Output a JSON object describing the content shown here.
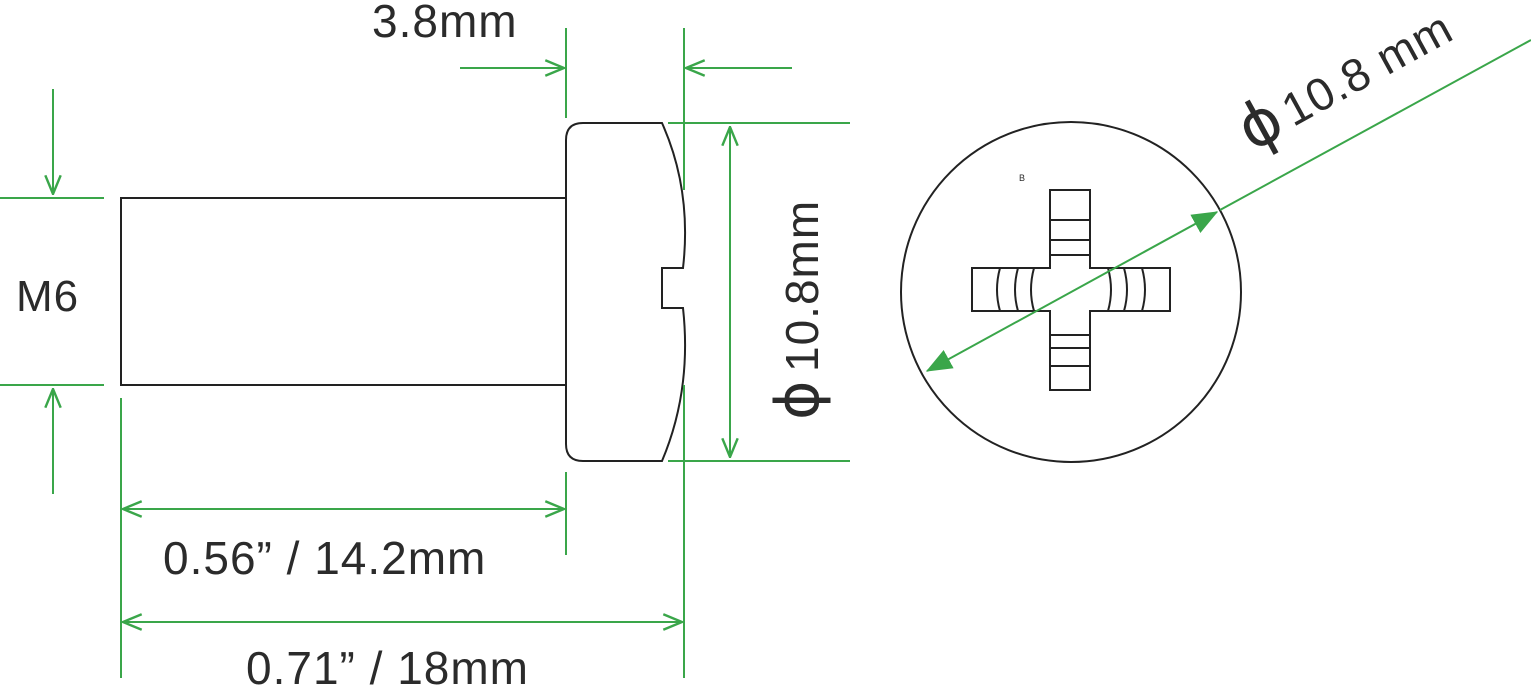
{
  "colors": {
    "dimension": "#3aa64a",
    "outline": "#222222",
    "text": "#2b2b2b",
    "background": "#ffffff"
  },
  "labels": {
    "head_height": "3.8mm",
    "thread": "M6",
    "head_diameter_side": "10.8mm",
    "head_diameter_top": "10.8 mm",
    "shank_length": "0.56” / 14.2mm",
    "total_length": "0.71” / 18mm",
    "diameter_symbol": "ϕ",
    "head_mark": "B"
  },
  "icons": {
    "drive": "phillips-cross-icon"
  }
}
